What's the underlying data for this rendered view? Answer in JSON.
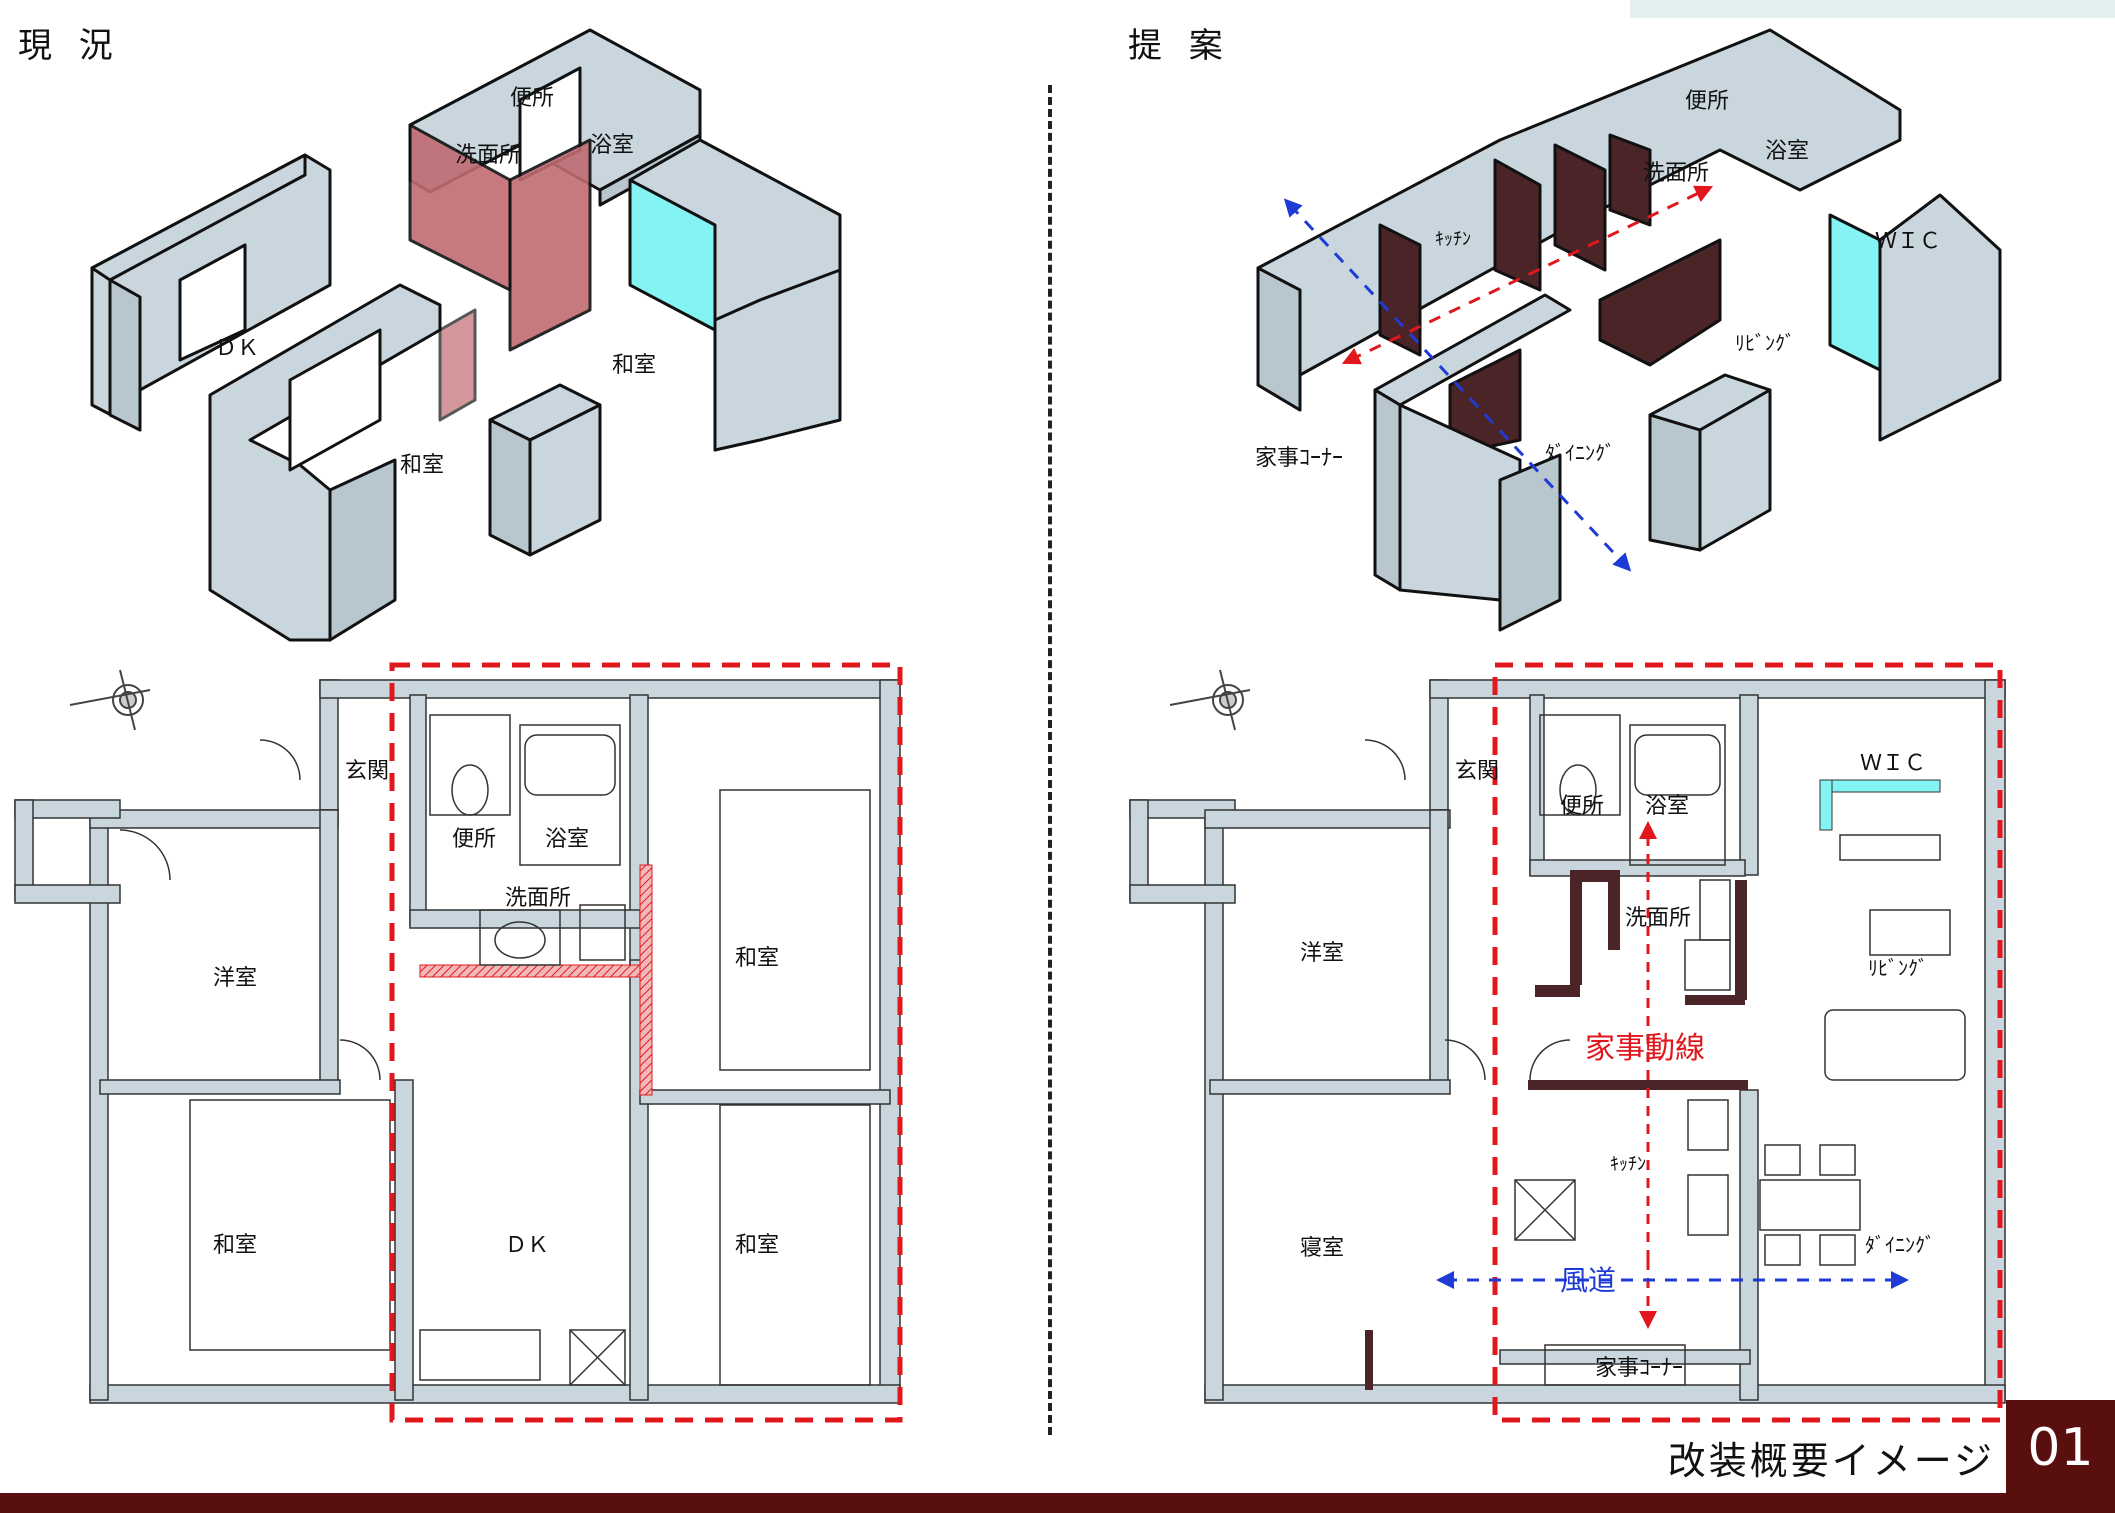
{
  "titles": {
    "current": "現 況",
    "proposal": "提 案"
  },
  "footer": {
    "label": "改装概要イメージ",
    "page": "01"
  },
  "current_iso": {
    "labels": {
      "toilet": "便所",
      "washroom": "洗面所",
      "bath": "浴室",
      "dk": "ＤＫ",
      "washitsu_right": "和室",
      "washitsu_left": "和室"
    }
  },
  "proposal_iso": {
    "labels": {
      "toilet": "便所",
      "washroom": "洗面所",
      "bath": "浴室",
      "kitchen": "ｷｯﾁﾝ",
      "wic": "ＷＩＣ",
      "living": "ﾘﾋﾞﾝｸﾞ",
      "dining": "ﾀﾞｲﾆﾝｸﾞ",
      "kaji_corner": "家事ｺｰﾅｰ"
    }
  },
  "current_plan": {
    "labels": {
      "entrance": "玄関",
      "toilet": "便所",
      "bath": "浴室",
      "washroom": "洗面所",
      "youshitsu": "洋室",
      "washitsu_ne": "和室",
      "washitsu_se": "和室",
      "washitsu_w": "和室",
      "dk": "ＤＫ"
    }
  },
  "proposal_plan": {
    "labels": {
      "entrance": "玄関",
      "toilet": "便所",
      "bath": "浴室",
      "wic": "ＷＩＣ",
      "washroom": "洗面所",
      "living": "ﾘﾋﾞﾝｸﾞ",
      "youshitsu": "洋室",
      "kaji_line": "家事動線",
      "kitchen": "ｷｯﾁﾝ",
      "bedroom": "寝室",
      "dining": "ﾀﾞｲﾆﾝｸﾞ",
      "wind_path": "風道",
      "kaji_corner": "家事ｺｰﾅｰ"
    }
  },
  "colors": {
    "wall": "#c9d6dd",
    "wall_dark": "#b8c6ce",
    "removed_wall": "#c06b72",
    "new_wall": "#4a2426",
    "glass": "#83f3f3",
    "red_line": "#e0181e",
    "blue_line": "#1f3bd6",
    "accent": "#5a0f0f"
  }
}
